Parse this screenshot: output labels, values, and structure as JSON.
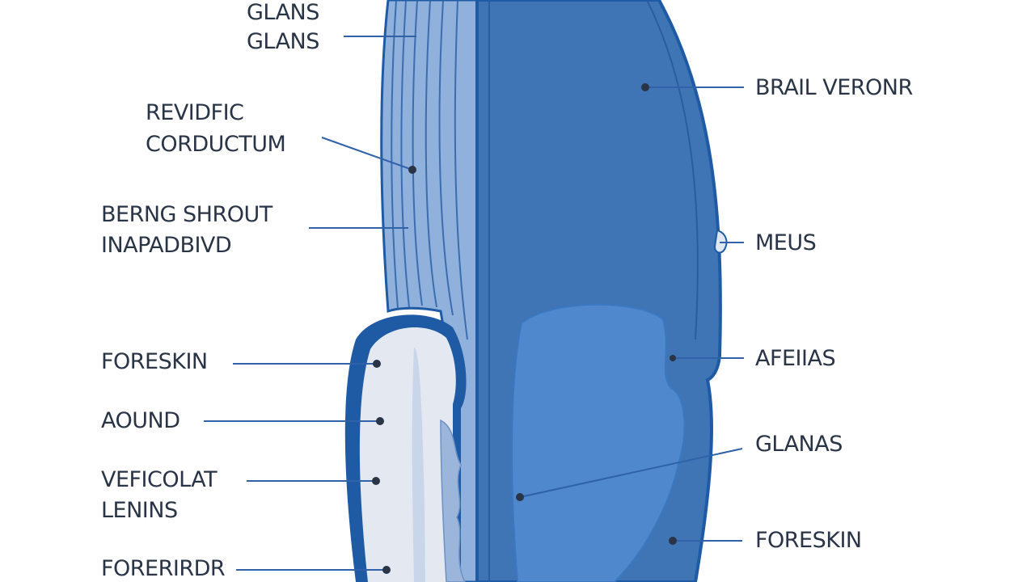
{
  "diagram": {
    "colors": {
      "outline": "#1f5ba4",
      "body_fill": "#3f74b5",
      "inner_fill": "#4f88cc",
      "layer_fill": "#8fb1dc",
      "foreskin_fill": "#e4e9f1",
      "leader": "#2f62a8",
      "text": "#2a3447"
    },
    "labels": {
      "left": {
        "glans_top": "GLANS",
        "glans": "GLANS",
        "revidfic": "REVIDFIC",
        "corductum": "CORDUCTUM",
        "berng_shrout": "BERNG SHROUT",
        "inapadbivd": "INAPADBIVD",
        "foreskin": "FORESKIN",
        "aound": "AOUND",
        "veficolat": "VEFICOLAT",
        "lenins": "LENINS",
        "forerirdr": "FORERIRDR"
      },
      "right": {
        "brail_veronr": "BRAIL VERONR",
        "meus": "MEUS",
        "afeiias": "AFEIIAS",
        "glanas": "GLANAS",
        "foreskin": "FORESKIN"
      }
    }
  }
}
